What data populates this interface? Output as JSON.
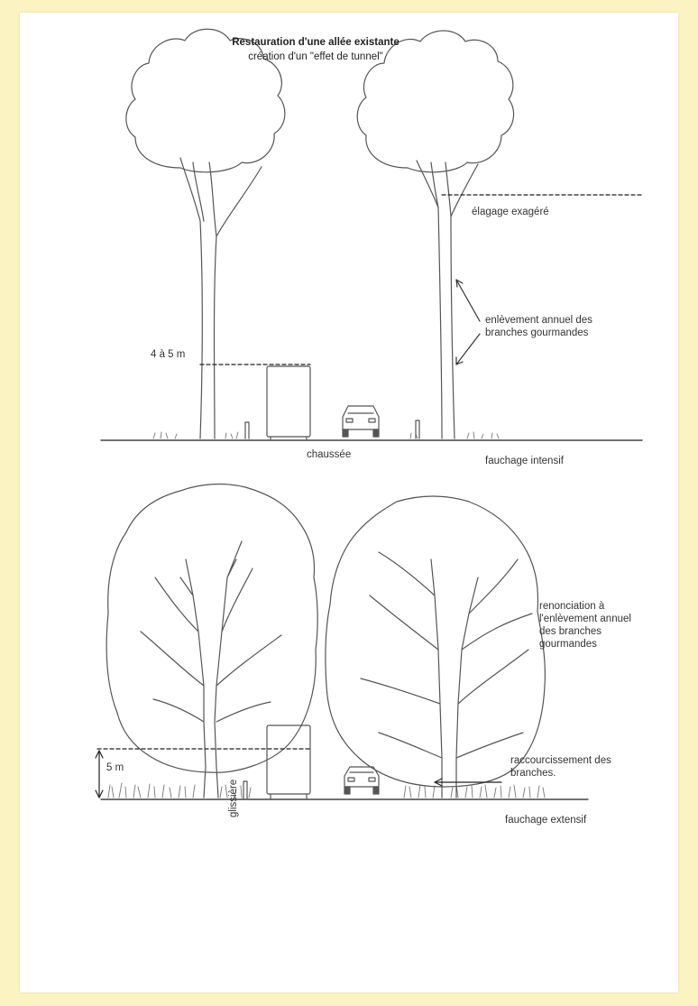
{
  "diagram": {
    "title_line1": "Restauration d'une allée existante",
    "title_line2": "création d'un \"effet de tunnel\"",
    "top": {
      "label_pruning": "élagage exagéré",
      "label_removal_line1": "enlèvement annuel des",
      "label_removal_line2": "branches gourmandes",
      "label_height": "4 à 5 m",
      "label_road": "chaussée",
      "label_mowing": "fauchage intensif"
    },
    "bottom": {
      "label_renounce_line1": "renonciation à",
      "label_renounce_line2": "l'enlèvement annuel",
      "label_renounce_line3": "des branches",
      "label_renounce_line4": "gourmandes",
      "label_shorten_line1": "raccourcissement des",
      "label_shorten_line2": "branches.",
      "label_height": "5 m",
      "label_guardrail": "glissière",
      "label_mowing": "fauchage extensif"
    },
    "colors": {
      "frame": "#fbf4c2",
      "panel": "#ffffff",
      "ink": "#555555"
    }
  }
}
